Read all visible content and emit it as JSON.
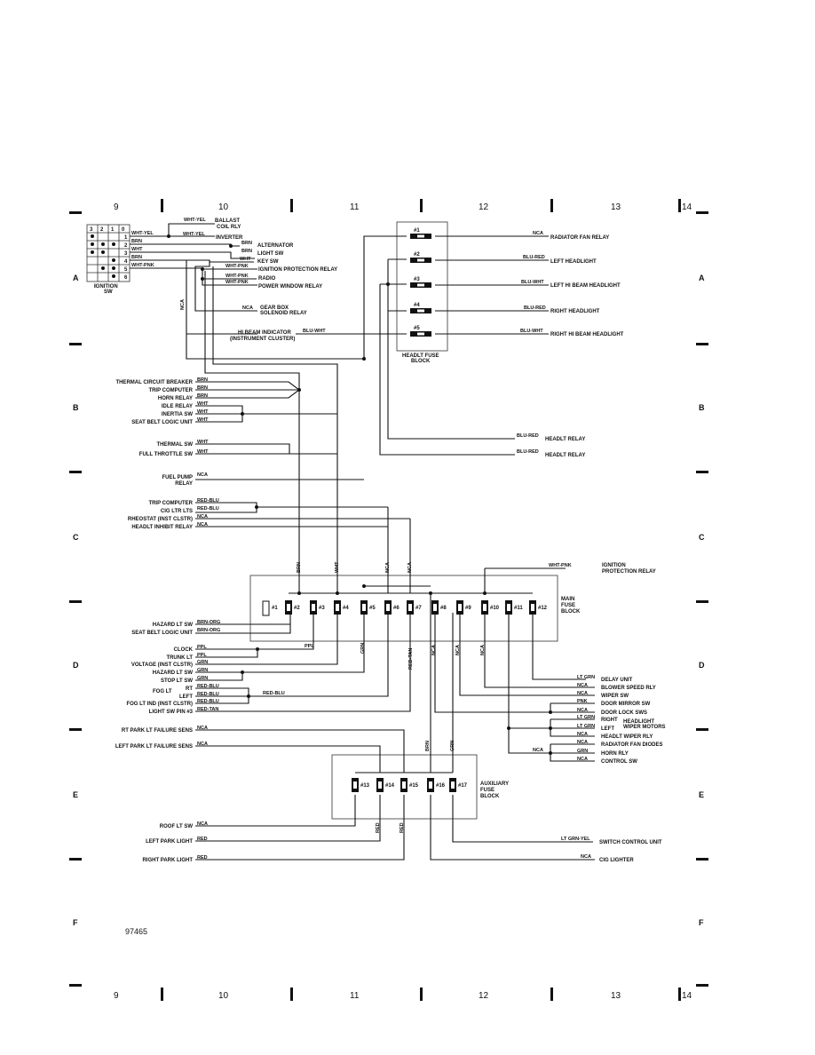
{
  "grid": {
    "columns": [
      "9",
      "10",
      "11",
      "12",
      "13",
      "14"
    ],
    "rows": [
      "A",
      "B",
      "C",
      "D",
      "E",
      "F"
    ]
  },
  "figure_number": "97465",
  "ignition_switch": {
    "label": "IGNITION\nSW",
    "positions": [
      "3",
      "2",
      "1",
      "0"
    ],
    "terminals": [
      "1",
      "2",
      "3",
      "4",
      "5",
      "6"
    ]
  },
  "headlight_fuse_block": {
    "label": "HEADLT FUSE\nBLOCK",
    "fuses": [
      "#1",
      "#2",
      "#3",
      "#4",
      "#5"
    ],
    "outputs": [
      {
        "wire": "NCA",
        "dest": "RADIATOR FAN RELAY"
      },
      {
        "wire": "BLU-RED",
        "dest": "LEFT HEADLIGHT"
      },
      {
        "wire": "BLU-WHT",
        "dest": "LEFT HI BEAM HEADLIGHT"
      },
      {
        "wire": "BLU-RED",
        "dest": "RIGHT HEADLIGHT"
      },
      {
        "wire": "BLU-WHT",
        "dest": "RIGHT HI BEAM HEADLIGHT"
      }
    ]
  },
  "ignition_outputs": [
    {
      "wire": "WHT-YEL",
      "dest": "BALLAST\nCOIL RLY"
    },
    {
      "wire": "WHT-YEL",
      "dest": "INVERTER"
    },
    {
      "wire": "BRN",
      "dest": "ALTERNATOR"
    },
    {
      "wire": "BRN",
      "dest": "LIGHT SW"
    },
    {
      "wire": "WHT",
      "dest": "KEY SW"
    },
    {
      "wire": "WHT-PNK",
      "dest": "IGNITION PROTECTION RELAY"
    },
    {
      "wire": "WHT-PNK",
      "dest": "RADIO"
    },
    {
      "wire": "WHT-PNK",
      "dest": "POWER WINDOW RELAY"
    },
    {
      "wire": "NCA",
      "dest": "GEAR BOX\nSOLENOID RELAY"
    },
    {
      "wire": "BLU-WHT",
      "dest": "HI BEAM INDICATOR\n(INSTRUMENT CLUSTER)"
    }
  ],
  "ign_wire_labels": [
    "WHT-YEL",
    "BRN",
    "WHT",
    "BRN",
    "WHT-PNK",
    "NCA"
  ],
  "left_loads_b": [
    {
      "dest": "THERMAL CIRCUIT BREAKER",
      "wire": "BRN"
    },
    {
      "dest": "TRIP COMPUTER",
      "wire": "BRN"
    },
    {
      "dest": "HORN RELAY",
      "wire": "BRN"
    },
    {
      "dest": "IDLE RELAY",
      "wire": "WHT"
    },
    {
      "dest": "INERTIA SW",
      "wire": "WHT"
    },
    {
      "dest": "SEAT BELT LOGIC UNIT",
      "wire": "WHT"
    },
    {
      "dest": "THERMAL SW",
      "wire": "WHT"
    },
    {
      "dest": "FULL THROTTLE SW",
      "wire": "WHT"
    },
    {
      "dest": "FUEL PUMP\nRELAY",
      "wire": "NCA"
    }
  ],
  "left_loads_c": [
    {
      "dest": "TRIP COMPUTER",
      "wire": "RED-BLU"
    },
    {
      "dest": "CIG LTR LTS",
      "wire": "RED-BLU"
    },
    {
      "dest": "RHEOSTAT (INST CLSTR)",
      "wire": "NCA"
    },
    {
      "dest": "HEADLT INHIBIT RELAY",
      "wire": "NCA"
    }
  ],
  "headlt_relay_feeds": [
    {
      "wire": "BLU-RED",
      "dest": "HEADLT RELAY"
    },
    {
      "wire": "BLU-RED",
      "dest": "HEADLT RELAY"
    }
  ],
  "main_fuse_block": {
    "label": "MAIN\nFUSE\nBLOCK",
    "fuses": [
      "#1",
      "#2",
      "#3",
      "#4",
      "#5",
      "#6",
      "#7",
      "#8",
      "#9",
      "#10",
      "#11",
      "#12"
    ],
    "top_wires": [
      "BRN",
      "WHT",
      "NCA",
      "NCA"
    ],
    "bottom_wires": [
      "GRN",
      "RED-TAN",
      "NCA",
      "NCA",
      "NCA"
    ],
    "relay_feed": {
      "wire": "WHT-PNK",
      "dest": "IGNITION\nPROTECTION RELAY"
    }
  },
  "left_loads_d": [
    {
      "dest": "HAZARD LT SW",
      "wire": "BRN-ORG"
    },
    {
      "dest": "SEAT BELT LOGIC UNIT",
      "wire": "BRN-ORG"
    },
    {
      "dest": "CLOCK",
      "wire": "PPL"
    },
    {
      "dest": "TRUNK LT",
      "wire": "PPL"
    },
    {
      "dest": "VOLTAGE (INST CLSTR)",
      "wire": "GRN"
    },
    {
      "dest": "HAZARD LT SW",
      "wire": "GRN"
    },
    {
      "dest": "STOP LT SW",
      "wire": "GRN"
    },
    {
      "dest": "RT",
      "wire": "RED-BLU"
    },
    {
      "dest": "LEFT",
      "wire": "RED-BLU"
    },
    {
      "dest": "FOG LT IND (INST CLSTR)",
      "wire": "RED-BLU"
    },
    {
      "dest": "LIGHT SW PIN #3",
      "wire": "RED-TAN"
    }
  ],
  "fog_lt_label": "FOG LT",
  "ppl_label": "PPL",
  "red_blu_label": "RED-BLU",
  "right_loads_d": [
    {
      "wire": "LT GRN",
      "dest": "DELAY UNIT"
    },
    {
      "wire": "NCA",
      "dest": "BLOWER SPEED RLY"
    },
    {
      "wire": "NCA",
      "dest": "WIPER SW"
    },
    {
      "wire": "PNK",
      "dest": "DOOR MIRROR SW"
    },
    {
      "wire": "NCA",
      "dest": "DOOR LOCK SWS"
    },
    {
      "wire": "LT GRN",
      "dest": "RIGHT"
    },
    {
      "wire": "LT GRN",
      "dest": "LEFT"
    },
    {
      "wire": "NCA",
      "dest": "HEADLT WIPER RLY"
    },
    {
      "wire": "NCA",
      "dest": "RADIATOR FAN DIODES"
    },
    {
      "wire": "GRN",
      "dest": "HORN RLY"
    },
    {
      "wire": "NCA",
      "dest": "CONTROL SW"
    }
  ],
  "headlight_wiper_label": "HEADLIGHT\nWIPER MOTORS",
  "nca_junction_label": "NCA",
  "aux_fuse_block": {
    "label": "AUXILIARY\nFUSE\nBLOCK",
    "fuses": [
      "#13",
      "#14",
      "#15",
      "#16",
      "#17"
    ],
    "top_wires": [
      "BRN",
      "GRN"
    ],
    "bottom_wires": [
      "RED",
      "RED"
    ]
  },
  "left_loads_e": [
    {
      "dest": "RT PARK LT FAILURE SENS",
      "wire": "NCA"
    },
    {
      "dest": "LEFT PARK LT FAILURE SENS",
      "wire": "NCA"
    },
    {
      "dest": "ROOF LT SW",
      "wire": "NCA"
    },
    {
      "dest": "LEFT PARK LIGHT",
      "wire": "RED"
    },
    {
      "dest": "RIGHT PARK LIGHT",
      "wire": "RED"
    }
  ],
  "right_loads_e": [
    {
      "wire": "LT GRN-YEL",
      "dest": "SWITCH CONTROL UNIT"
    },
    {
      "wire": "NCA",
      "dest": "CIG LIGHTER"
    }
  ]
}
